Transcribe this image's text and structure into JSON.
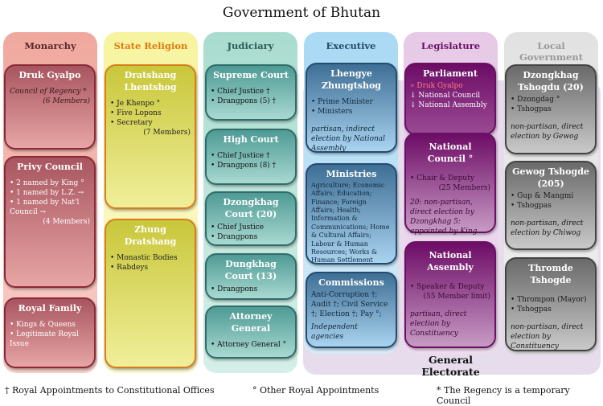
{
  "title": "Government of Bhutan",
  "columns": {
    "monarchy": {
      "label": "Monarchy",
      "color": "#f5b3aa",
      "druk_gyalpo": {
        "title": "Druk Gyalpo",
        "line1": "Council of Regency *",
        "line2": "(6 Members)"
      },
      "privy_council": {
        "title": "Privy Council",
        "items": [
          "2 named by King °",
          "1 named by L.Z. →",
          "1 named by Nat'l Council →"
        ],
        "count": "(4 Members)"
      },
      "royal_family": {
        "title": "Royal Family",
        "items": [
          "Kings & Queens",
          "Legitimate Royal Issue"
        ]
      }
    },
    "religion": {
      "label": "State Religion",
      "color": "#f5f3a0",
      "dratshang": {
        "title": "Dratshang Lhentshog",
        "items": [
          "Je Khenpo °",
          "Five Lopons",
          "Secretary"
        ],
        "count": "(7 Members)"
      },
      "zhung": {
        "title": "Zhung Dratshang",
        "items": [
          "Monastic Bodies",
          "Rabdeys"
        ]
      }
    },
    "judiciary": {
      "label": "Judiciary",
      "color": "#b8e2d8",
      "supreme": {
        "title": "Supreme Court",
        "items": [
          "Chief Justice †",
          "Drangpons (5) †"
        ]
      },
      "high": {
        "title": "High Court",
        "items": [
          "Chief Justice †",
          "Drangpons (8) †"
        ]
      },
      "dzongkhag": {
        "title": "Dzongkhag Court (20)",
        "items": [
          "Chief Justice",
          "Drangpons"
        ]
      },
      "dungkhag": {
        "title": "Dungkhag Court (13)",
        "items": [
          "Drangpons"
        ]
      },
      "attorney": {
        "title": "Attorney General",
        "items": [
          "Attorney General °"
        ]
      }
    },
    "executive": {
      "label": "Executive",
      "color": "#b6dff5",
      "lhengye": {
        "title": "Lhengye Zhungtshog",
        "items": [
          "Prime Minister",
          "Ministers"
        ],
        "note": "partisan, indirect election by National Assembly"
      },
      "ministries": {
        "title": "Ministries",
        "text": "Agriculture; Economic Affairs; Education; Finance; Foreign Affairs; Health; Information & Communications; Home & Cultural Affairs; Labour & Human Resources; Works & Human Settlement"
      },
      "commissions": {
        "title": "Commissions",
        "text": "Anti-Corruption †; Audit †; Civil Service †; Election †; Pay °;",
        "note": "Independent agencies"
      }
    },
    "legislature": {
      "label": "Legislature",
      "color": "#ead3ea",
      "parliament": {
        "title": "Parliament",
        "king": "» Druk Gyalpo",
        "items": [
          "↓ National Council",
          "↓ National Assembly"
        ]
      },
      "council": {
        "title": "National Council °",
        "item": "Chair & Deputy",
        "count": "(25 Members)",
        "note": "20: non-partisan, direct election by Dzongkhag 5: appointed by King"
      },
      "assembly": {
        "title": "National Assembly",
        "item": "Speaker & Deputy",
        "count": "(55 Member limit)",
        "note": "partisan, direct election by Constituency"
      }
    },
    "local": {
      "label": "Local Government",
      "color": "#e6e6e6",
      "dzongkhag": {
        "title": "Dzongkhag Tshogdu (20)",
        "items": [
          "Dzongdag °",
          "Tshogpas"
        ],
        "note": "non-partisan, direct election by Gewog"
      },
      "gewog": {
        "title": "Gewog Tshogde (205)",
        "items": [
          "Gup & Mangmi",
          "Tshogpas"
        ],
        "note": "non-partisan, direct election by Chiwog"
      },
      "thromde": {
        "title": "Thromde Tshogde",
        "items": [
          "Thrompon (Mayor)",
          "Tshogpas"
        ],
        "note": "non-partisan, direct election by Constituency"
      }
    }
  },
  "electorate": "General Electorate",
  "footer": [
    "† Royal Appointments to Constitutional Offices",
    "° Other Royal Appointments",
    "* The Regency is a temporary Council"
  ]
}
